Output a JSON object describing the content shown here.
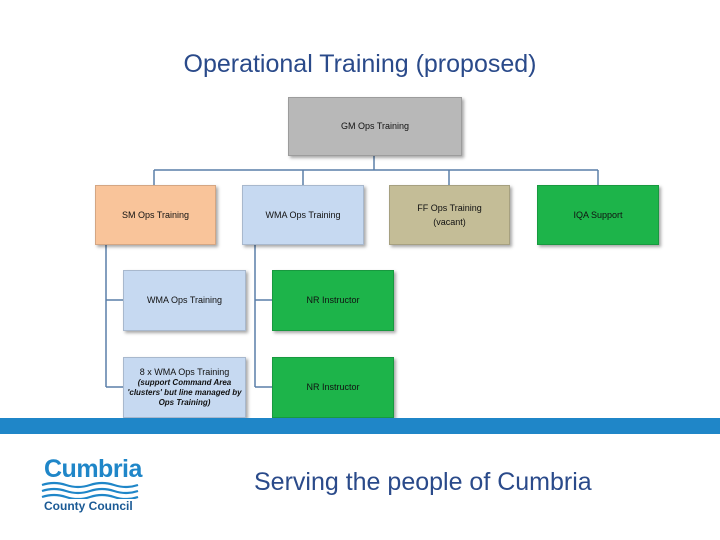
{
  "title": "Operational Training (proposed)",
  "colors": {
    "top": "#b8b8b8",
    "orange": "#f9c49a",
    "blue": "#c6d9f1",
    "tan": "#c4bd97",
    "green": "#1db44a",
    "band": "#1f86c8",
    "text_blue": "#2a4a8a"
  },
  "nodes": {
    "gm": "GM Ops Training",
    "sm": "SM Ops Training",
    "wma_top": "WMA Ops Training",
    "ff_line1": "FF Ops Training",
    "ff_line2": "(vacant)",
    "iqa": "IQA Support",
    "wma_mid": "WMA Ops Training",
    "nr1": "NR Instructor",
    "wma8_line1": "8 x WMA Ops Training",
    "wma8_line2": "(support Command Area 'clusters' but line managed by Ops Training)",
    "nr2": "NR Instructor"
  },
  "footer": {
    "tagline": "Serving the people of Cumbria",
    "logo_word": "Cumbria",
    "logo_sub": "County Council"
  }
}
